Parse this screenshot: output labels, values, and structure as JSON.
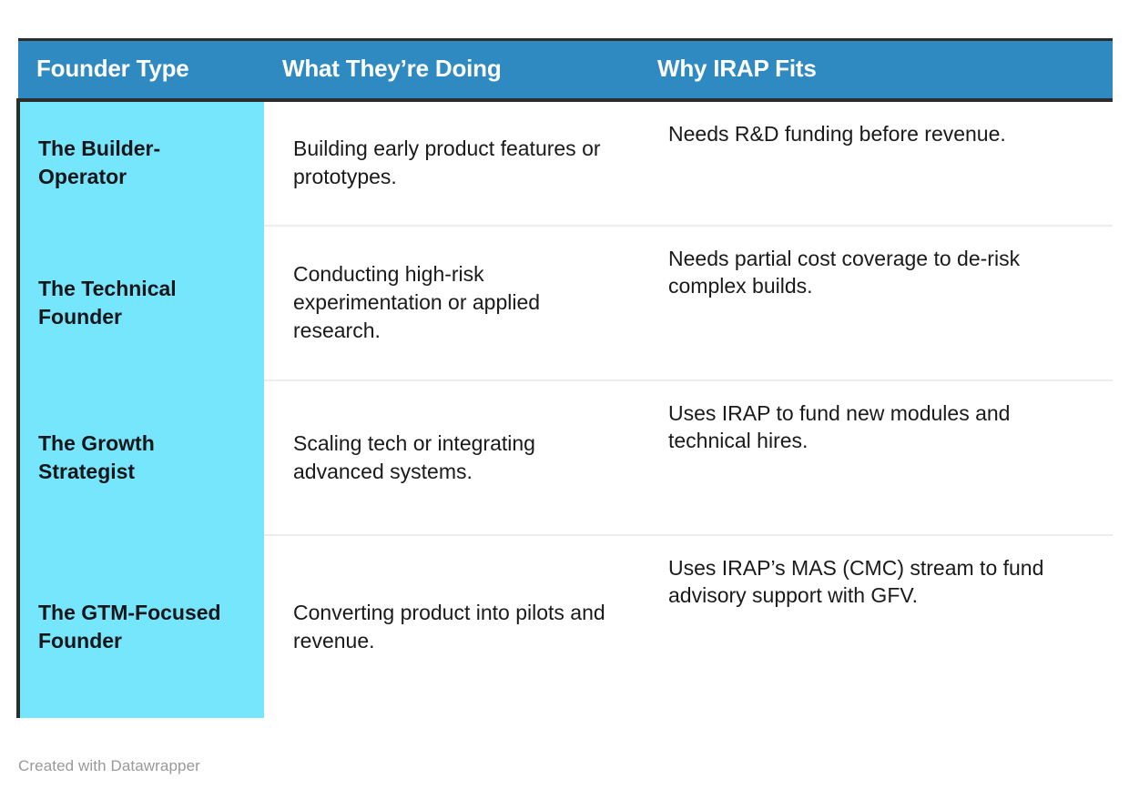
{
  "table": {
    "columns": [
      {
        "key": "founder_type",
        "label": "Founder Type"
      },
      {
        "key": "what_doing",
        "label": "What They’re Doing"
      },
      {
        "key": "why_fits",
        "label": "Why IRAP Fits"
      }
    ],
    "rows": [
      {
        "founder_type": "The Builder-Operator",
        "what_doing": "Building early product features or prototypes.",
        "why_fits": "Needs R&D funding before revenue."
      },
      {
        "founder_type": "The Technical Founder",
        "what_doing": "Conducting high-risk experimentation or applied research.",
        "why_fits": "Needs partial cost coverage to de-risk complex builds."
      },
      {
        "founder_type": "The Growth Strategist",
        "what_doing": "Scaling tech or integrating advanced systems.",
        "why_fits": "Uses IRAP to fund new modules and technical hires."
      },
      {
        "founder_type": "The GTM-Focused Founder",
        "what_doing": "Converting product into pilots and revenue.",
        "why_fits": "Uses IRAP’s MAS (CMC) stream to fund advisory support with GFV."
      }
    ]
  },
  "footer": {
    "credit": "Created with Datawrapper"
  },
  "colors": {
    "header_background": "#2e8ac0",
    "header_text": "#ffffff",
    "header_border": "#2d2d2d",
    "first_column_background": "#76e6fd",
    "body_text": "#1a1a1a",
    "row_separator": "#ededed",
    "page_background": "#ffffff",
    "credit_text": "#999999"
  }
}
